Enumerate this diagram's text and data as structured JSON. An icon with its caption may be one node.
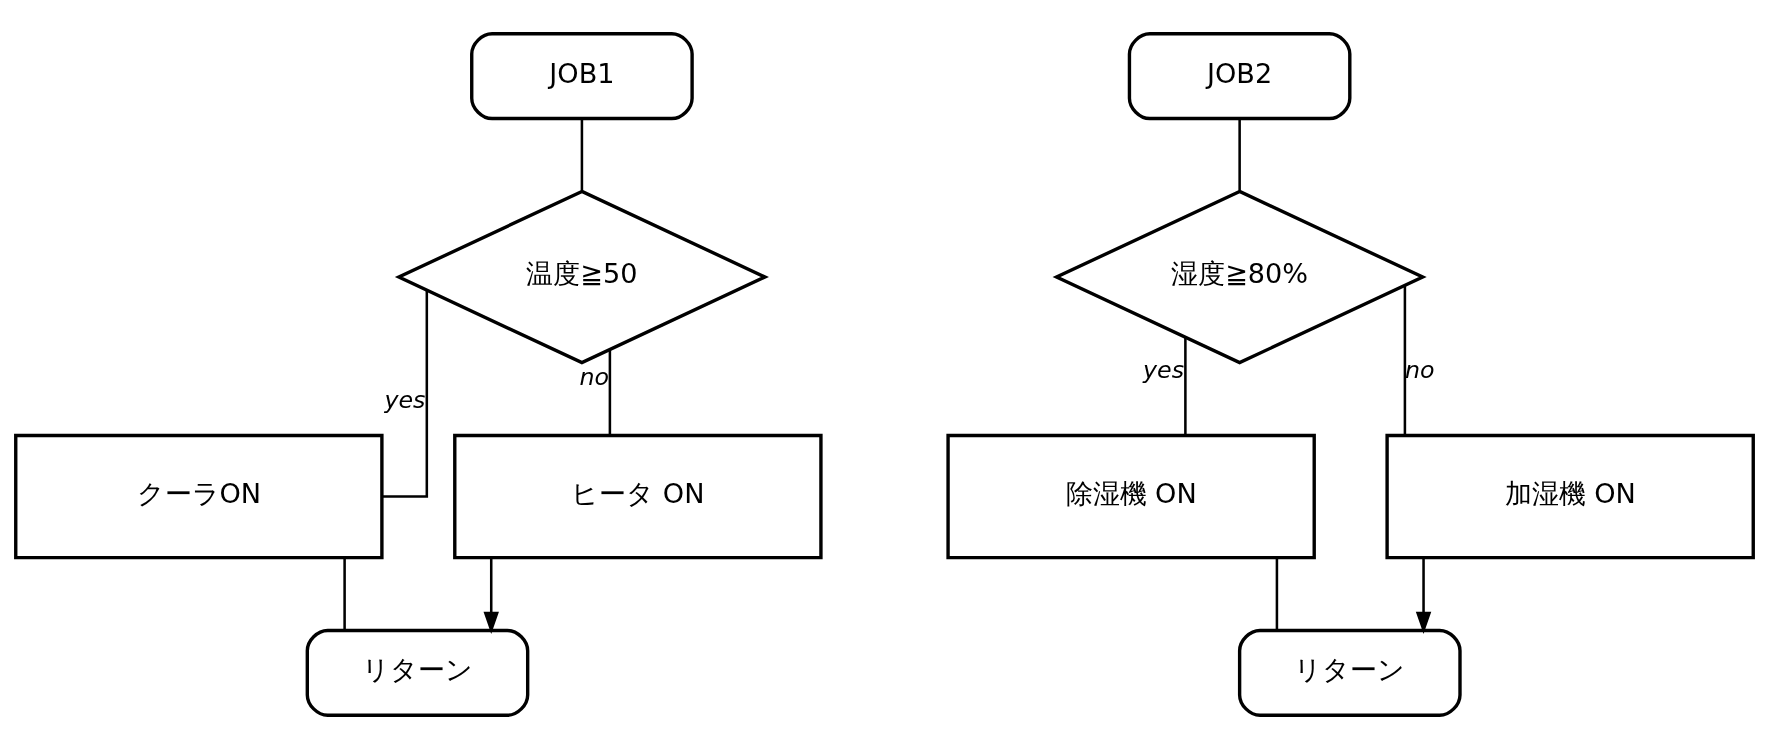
{
  "diagram": {
    "nodes": [
      {
        "text": [
          "JOB1"
        ]
      },
      {
        "text": [
          "温度≧50"
        ]
      },
      {
        "text": [
          "クーラON"
        ]
      },
      {
        "text": [
          "ヒータ ON"
        ]
      },
      {
        "text": [
          "リターン"
        ]
      },
      {
        "text": [
          "JOB2"
        ]
      },
      {
        "text": [
          "湿度≧80%"
        ]
      },
      {
        "text": [
          "除湿機 ON"
        ]
      },
      {
        "text": [
          "加湿機 ON"
        ]
      },
      {
        "text": [
          "リターン"
        ]
      }
    ],
    "edges": [
      {
        "from": 0,
        "to": 1,
        "arrow": "none"
      },
      {
        "from": 1,
        "to": 2,
        "arrow": "none",
        "label": "yes"
      },
      {
        "from": 1,
        "to": 3,
        "arrow": "none",
        "label": "no"
      },
      {
        "from": 2,
        "to": 4,
        "arrow": "none"
      },
      {
        "from": 3,
        "to": 4,
        "arrow": "to"
      },
      {
        "from": 5,
        "to": 6,
        "arrow": "none"
      },
      {
        "from": 6,
        "to": 7,
        "arrow": "none",
        "label": "yes"
      },
      {
        "from": 6,
        "to": 8,
        "arrow": "none",
        "label": "no"
      },
      {
        "from": 7,
        "to": 9,
        "arrow": "none"
      },
      {
        "from": 8,
        "to": 9,
        "arrow": "to"
      }
    ]
  }
}
